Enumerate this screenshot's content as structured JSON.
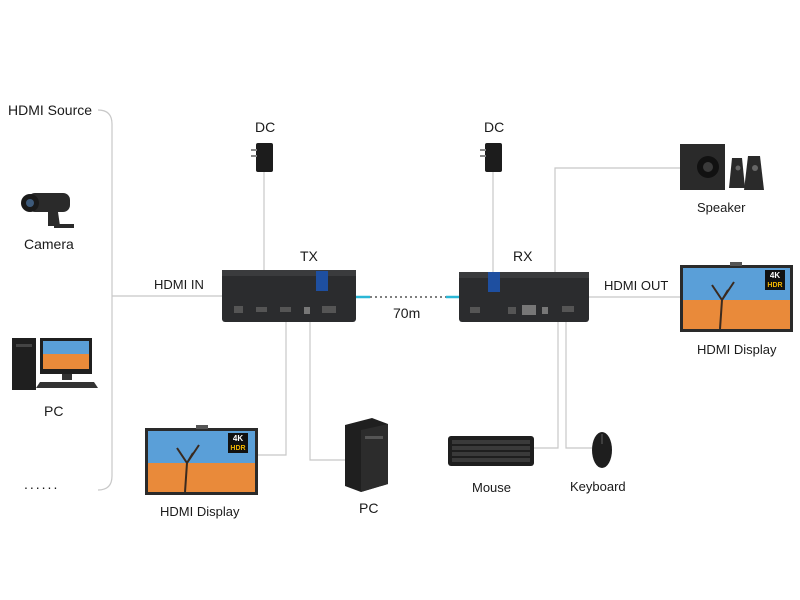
{
  "source": {
    "title": "HDMI Source",
    "camera": "Camera",
    "pc": "PC",
    "more": "......"
  },
  "power": {
    "left": "DC",
    "right": "DC"
  },
  "tx": {
    "label": "TX",
    "input": "HDMI IN",
    "loop_display": "HDMI Display",
    "pc": "PC"
  },
  "rx": {
    "label": "RX",
    "output": "HDMI OUT",
    "display": "HDMI Display",
    "speaker": "Speaker",
    "mouse": "Mouse",
    "keyboard": "Keyboard"
  },
  "link": {
    "distance": "70m"
  },
  "badges": {
    "k4": "4K",
    "hdr": "HDR"
  },
  "colors": {
    "line": "#c8c8c8",
    "cable": "#2ab7d6",
    "device": "#2b2c2e",
    "sky": "#5a9fd8",
    "sand": "#e98a3a"
  }
}
